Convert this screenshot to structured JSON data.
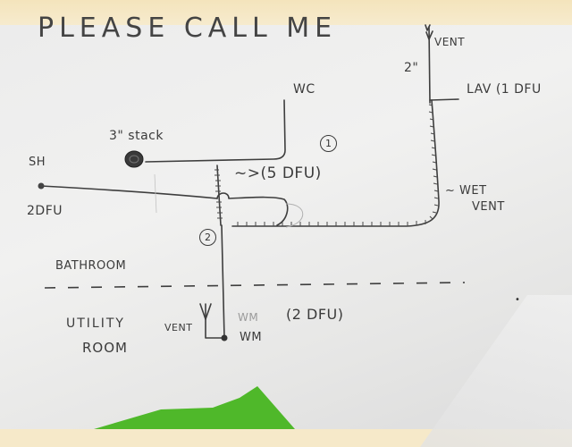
{
  "document": {
    "type": "hand-drawn plumbing drain/vent sketch",
    "header_fragment": "PLEASE CALL ME"
  },
  "labels": {
    "top_vent": "VENT",
    "pipe_size_2in": "2\"",
    "lav": "LAV (1 DFU",
    "wc": "WC",
    "stack": "3\" stack",
    "shower": "SH",
    "shower_dfu": "2DFU",
    "branch_1_number": "1",
    "branch_1_dfu": "~>(5 DFU)",
    "branch_2_number": "2",
    "wet_vent": "~ WET\nVENT",
    "wet_vent_line1": "~ WET",
    "wet_vent_line2": "VENT",
    "bathroom": "BATHROOM",
    "utility_line1": "UTILITY",
    "utility_line2": "ROOM",
    "wm_vent": "VENT",
    "wm_faded": "WM",
    "wm": "WM",
    "wm_dfu": "(2 DFU)"
  },
  "legend": {
    "hatched_line": "wet vent / drain section",
    "dashed_line": "room boundary (bathroom / utility room)"
  },
  "colors": {
    "pencil": "#3b3b3b",
    "paper": "#ededec",
    "desk": "#f6e9c9",
    "tape": "#4fb82a"
  }
}
